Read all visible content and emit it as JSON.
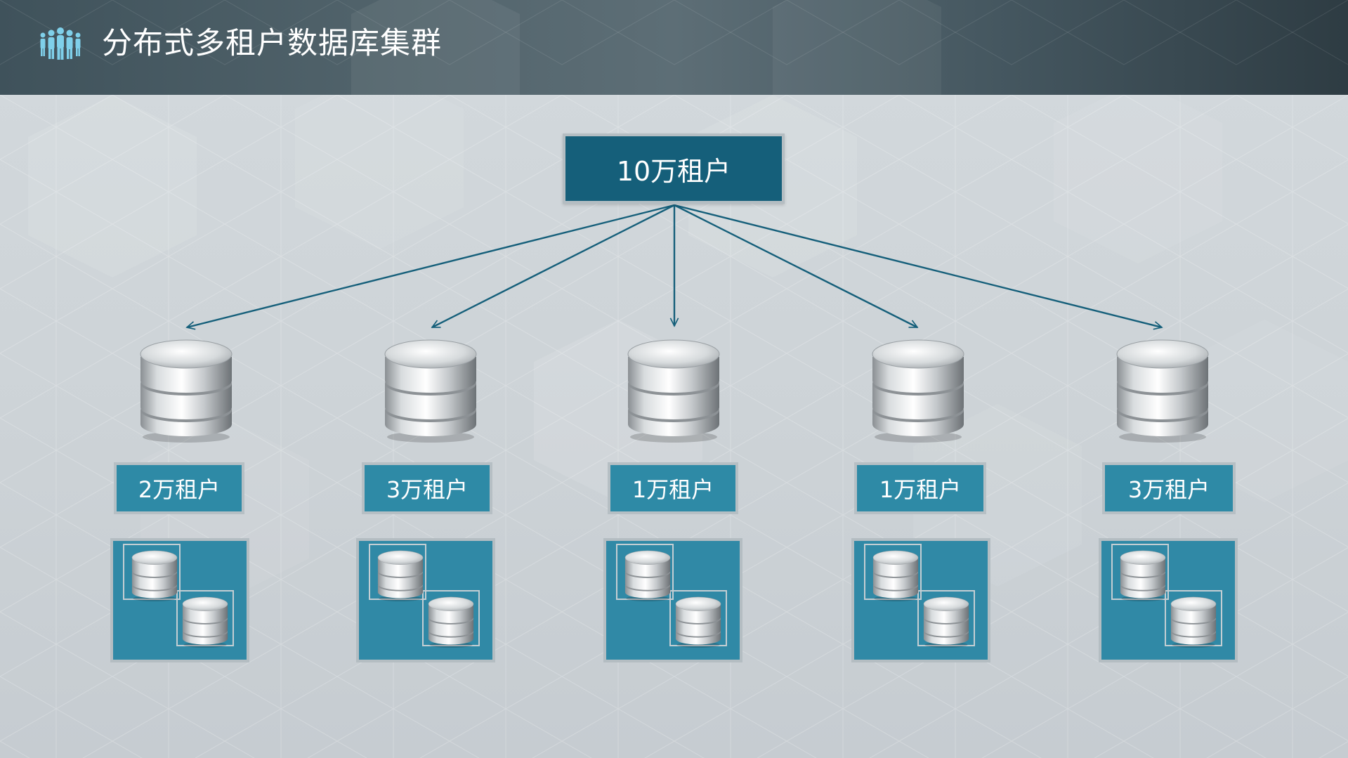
{
  "header": {
    "title": "分布式多租户数据库集群",
    "icon": "people-group-icon"
  },
  "colors": {
    "header_bg": "#44565f",
    "root_box": "#155f7a",
    "label_box": "#2e8aa6",
    "cluster_box": "#3089a6",
    "arrow": "#155f7a",
    "background": "#cfd5d9"
  },
  "diagram": {
    "root": {
      "label": "10万租户"
    },
    "nodes": [
      {
        "label": "2万租户"
      },
      {
        "label": "3万租户"
      },
      {
        "label": "1万租户"
      },
      {
        "label": "1万租户"
      },
      {
        "label": "3万租户"
      }
    ],
    "node_icon": "database-icon"
  }
}
